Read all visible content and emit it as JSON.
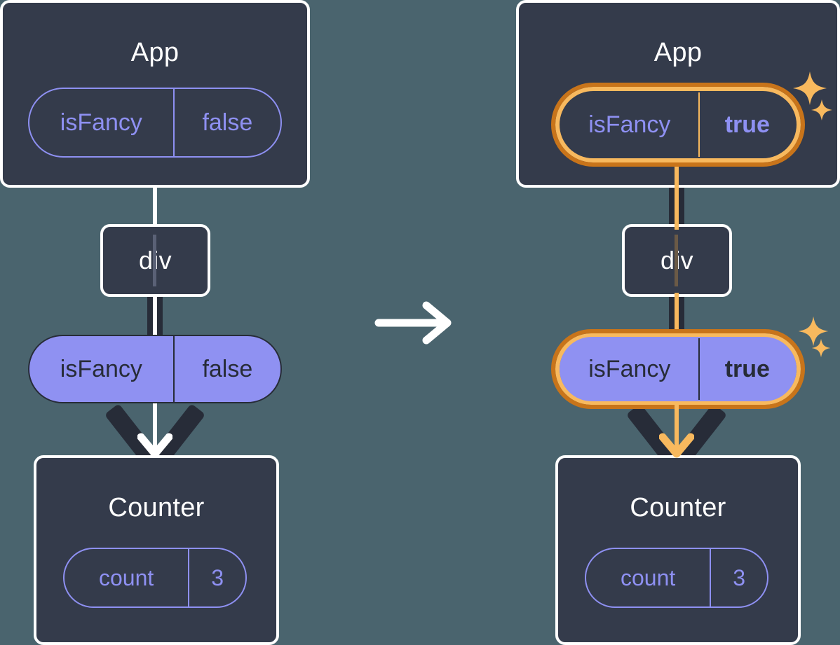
{
  "diagram": {
    "title": "React prop propagation: isFancy state change",
    "background_color": "#4a646e",
    "box_color": "#343b4b",
    "accent_purple": "#8f91f2",
    "accent_orange_dark": "#c8741a",
    "accent_orange_light": "#f8b95e",
    "transition_arrow": "arrow-right"
  },
  "panels": [
    {
      "id": "before",
      "app": {
        "title": "App",
        "prop": {
          "name": "isFancy",
          "value": "false",
          "highlighted": false,
          "bold_value": false
        }
      },
      "element": {
        "label": "div"
      },
      "passed_prop": {
        "name": "isFancy",
        "value": "false",
        "highlighted": false,
        "bold_value": false
      },
      "counter": {
        "title": "Counter",
        "state": {
          "name": "count",
          "value": "3"
        }
      },
      "sparkles": false
    },
    {
      "id": "after",
      "app": {
        "title": "App",
        "prop": {
          "name": "isFancy",
          "value": "true",
          "highlighted": true,
          "bold_value": true
        }
      },
      "element": {
        "label": "div"
      },
      "passed_prop": {
        "name": "isFancy",
        "value": "true",
        "highlighted": true,
        "bold_value": true
      },
      "counter": {
        "title": "Counter",
        "state": {
          "name": "count",
          "value": "3"
        }
      },
      "sparkles": true
    }
  ]
}
